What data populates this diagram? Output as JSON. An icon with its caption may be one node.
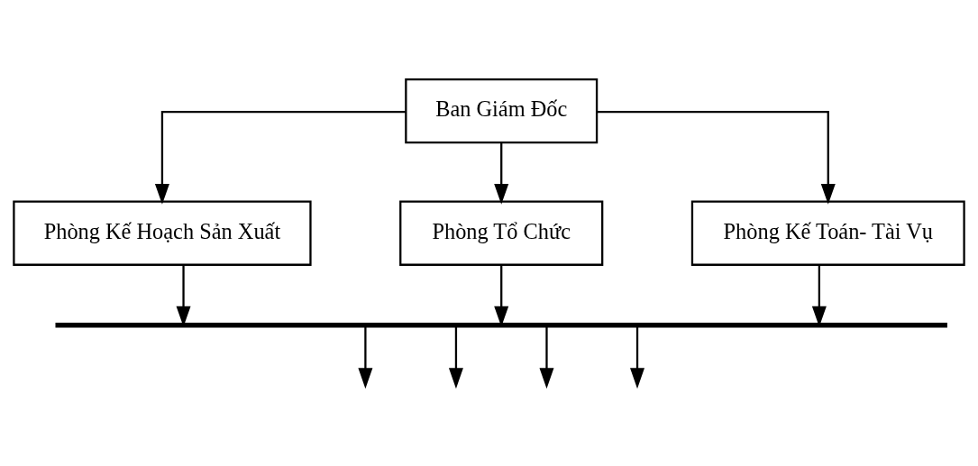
{
  "diagram": {
    "nodes": [
      {
        "text": [
          "Ban Giám Đốc"
        ]
      },
      {
        "text": [
          "Phòng Kế Hoạch Sản Xuất"
        ]
      },
      {
        "text": [
          "Phòng Tổ Chức"
        ]
      },
      {
        "text": [
          "Phòng Kế Toán- Tài Vụ"
        ]
      },
      {
        "text": [],
        "shape": "bar"
      }
    ],
    "edges": [
      {
        "from": 0,
        "to": 1,
        "arrow": "to"
      },
      {
        "from": 0,
        "to": 2,
        "arrow": "to"
      },
      {
        "from": 0,
        "to": 3,
        "arrow": "to"
      },
      {
        "from": 1,
        "to": 4,
        "arrow": "to"
      },
      {
        "from": 2,
        "to": 4,
        "arrow": "to"
      },
      {
        "from": 3,
        "to": 4,
        "arrow": "to"
      },
      {
        "from": 4,
        "to": null,
        "arrow": "to"
      },
      {
        "from": 4,
        "to": null,
        "arrow": "to"
      },
      {
        "from": 4,
        "to": null,
        "arrow": "to"
      },
      {
        "from": 4,
        "to": null,
        "arrow": "to"
      }
    ]
  }
}
